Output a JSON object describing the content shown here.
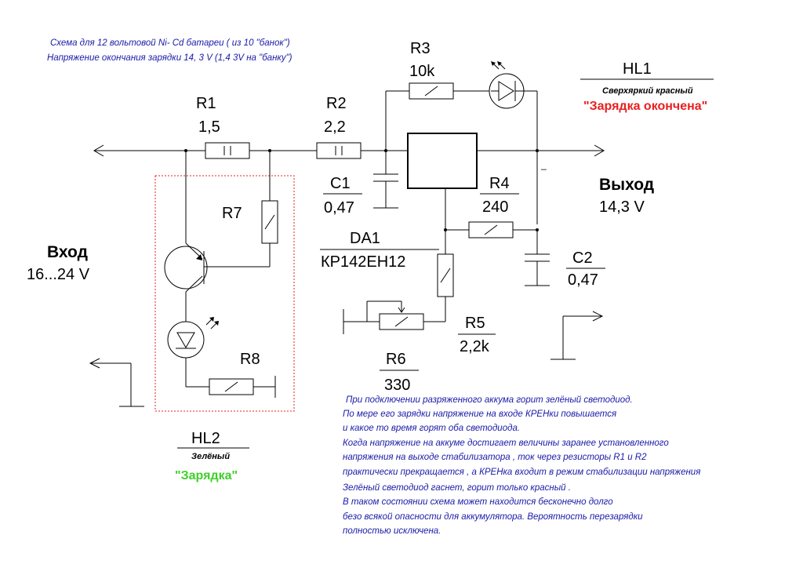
{
  "header": {
    "line1": "Схема для 12 вольтовой  Ni- Cd батареи  ( из 10 \"банок\")",
    "line2": "Напряжение  окончания зарядки  14, 3 V (1,4 3V на \"банку\")"
  },
  "input": {
    "label": "Вход",
    "voltage": "16...24 V"
  },
  "output": {
    "label": "Выход",
    "voltage": "14,3 V"
  },
  "components": {
    "r1": {
      "name": "R1",
      "value": "1,5"
    },
    "r2": {
      "name": "R2",
      "value": "2,2"
    },
    "r3": {
      "name": "R3",
      "value": "10k"
    },
    "r4": {
      "name": "R4",
      "value": "240"
    },
    "r5": {
      "name": "R5",
      "value": "2,2k"
    },
    "r6": {
      "name": "R6",
      "value": "330"
    },
    "r7": {
      "name": "R7"
    },
    "r8": {
      "name": "R8"
    },
    "c1": {
      "name": "C1",
      "value": "0,47"
    },
    "c2": {
      "name": "C2",
      "value": "0,47"
    },
    "da1": {
      "name": "DA1",
      "part": "КР142ЕН12"
    },
    "minus_mark": "_",
    "hl1": {
      "name": "HL1",
      "desc": "Сверхяркий красный",
      "caption": "\"Зарядка окончена\""
    },
    "hl2": {
      "name": "HL2",
      "desc": "Зелёный",
      "caption": "\"Зарядка\""
    }
  },
  "colors": {
    "red": "#e8201f",
    "green": "#3fcf2a",
    "note_blue": "#1a1aa8"
  },
  "notes": [
    "При подключении разряженного аккума  горит зелёный светодиод.",
    "По мере его зарядки напряжение на входе КРЕНки повышается",
    "и  какое то  время горят оба светодиода.",
    "Когда напряжение на аккуме достигает величины заранее установленного",
    "напряжения на выходе стабилизатора , ток через резисторы  R1 и R2",
    "практически прекращается , а КРЕНка входит в режим стабилизации напряжения",
    "Зелёный  светодиод гаснет, горит только красный .",
    "В таком состоянии схема может находится  бесконечно долго",
    "безо всякой опасности для аккумулятора. Вероятность   перезарядки",
    "полностью исключена."
  ]
}
